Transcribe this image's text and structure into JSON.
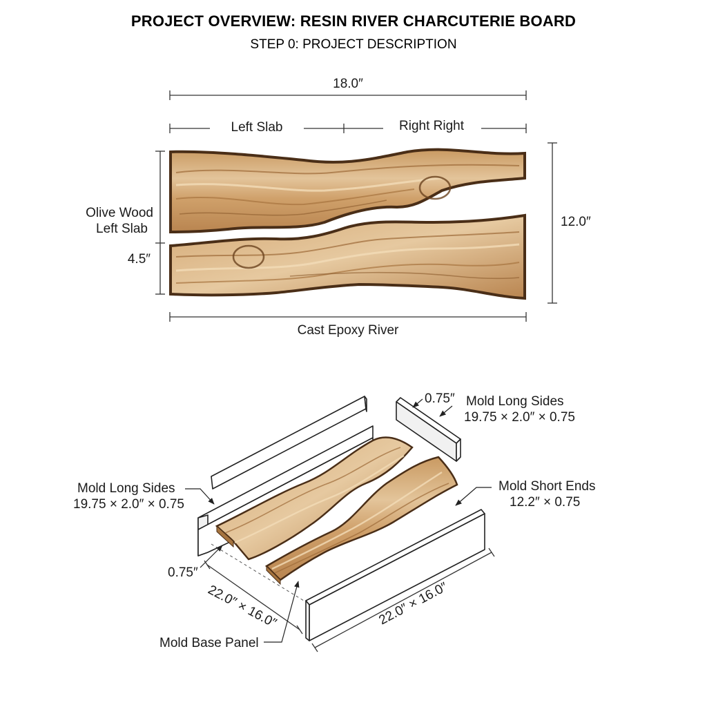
{
  "header": {
    "title": "PROJECT OVERVIEW: RESIN RIVER CHARCUTERIE BOARD",
    "subtitle": "STEP 0: PROJECT DESCRIPTION"
  },
  "top_view": {
    "overall_width": "18.0″",
    "left_slab_label": "Left Slab",
    "right_slab_label": "Right Right",
    "side_label_line1": "Olive Wood",
    "side_label_line2": "Left Slab",
    "slab_width_dim": "4.5″",
    "height_dim": "12.0″",
    "river_label": "Cast Epoxy River"
  },
  "mold_view": {
    "thickness_top": "0.75″",
    "long_sides_right_line1": "Mold Long Sides",
    "long_sides_right_line2": "19.75 × 2.0″ × 0.75",
    "long_sides_left_line1": "Mold Long Sides",
    "long_sides_left_line2": "19.75 × 2.0″ × 0.75",
    "short_ends_line1": "Mold Short Ends",
    "short_ends_line2": "12.2″ × 0.75",
    "thickness_left": "0.75″",
    "base_dim_left": "22.0″ × 16.0″",
    "base_dim_right": "22.0″ × 16.0″",
    "base_panel_label": "Mold Base Panel"
  },
  "colors": {
    "wood_light": "#d9b585",
    "wood_mid": "#c08e55",
    "wood_dark": "#8a5a2b",
    "bark": "#4a2e17"
  }
}
